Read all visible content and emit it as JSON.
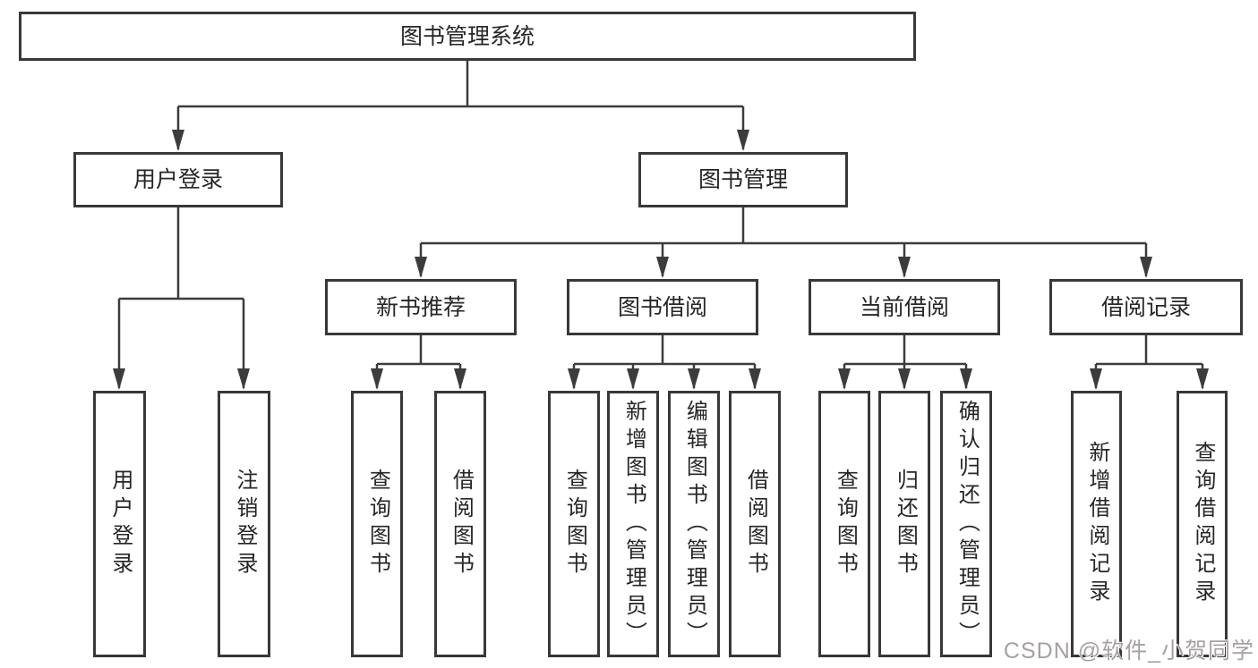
{
  "diagram": {
    "title": "图书管理系统",
    "branches": [
      {
        "label": "用户登录",
        "children": [
          {
            "label": "用户登录"
          },
          {
            "label": "注销登录"
          }
        ]
      },
      {
        "label": "图书管理",
        "children": [
          {
            "label": "新书推荐",
            "children": [
              {
                "label": "查询图书"
              },
              {
                "label": "借阅图书"
              }
            ]
          },
          {
            "label": "图书借阅",
            "children": [
              {
                "label": "查询图书"
              },
              {
                "label": "新增图书（管理员）"
              },
              {
                "label": "编辑图书（管理员）"
              },
              {
                "label": "借阅图书"
              }
            ]
          },
          {
            "label": "当前借阅",
            "children": [
              {
                "label": "查询图书"
              },
              {
                "label": "归还图书"
              },
              {
                "label": "确认归还（管理员）"
              }
            ]
          },
          {
            "label": "借阅记录",
            "children": [
              {
                "label": "新增借阅记录"
              },
              {
                "label": "查询借阅记录"
              }
            ]
          }
        ]
      }
    ]
  },
  "watermark": {
    "text": "CSDN @软件_小贺同学"
  },
  "colors": {
    "line": "#3c3c3c",
    "box_border": "#383838",
    "box_fill": "#ffffff",
    "text": "#262626",
    "watermark": "#a7a0a0"
  }
}
